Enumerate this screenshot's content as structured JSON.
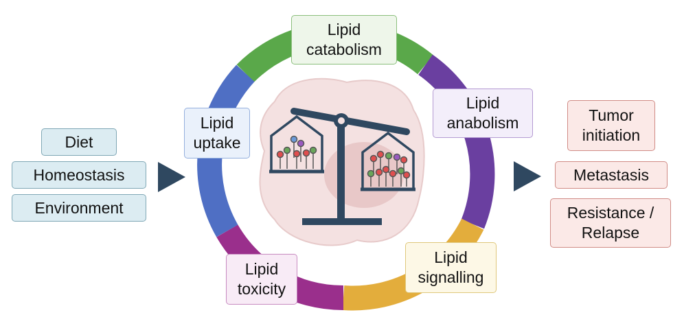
{
  "inputs": [
    "Diet",
    "Homeostasis",
    "Environment"
  ],
  "outcomes": [
    "Tumor\ninitiation",
    "Metastasis",
    "Resistance /\nRelapse"
  ],
  "cycle_labels": {
    "catabolism": "Lipid\ncatabolism",
    "anabolism": "Lipid\nanabolism",
    "uptake": "Lipid\nuptake",
    "signalling": "Lipid\nsignalling",
    "toxicity": "Lipid\ntoxicity"
  },
  "colors": {
    "arrow": "#2f4860",
    "ring_green": "#5aa84a",
    "ring_purple": "#6a3fa0",
    "ring_orange": "#e3ad3c",
    "ring_magenta": "#9a2f8c",
    "ring_blue": "#4f6fc4",
    "scale": "#2f4860",
    "input_fill": "#dcecf2",
    "outcome_fill": "#fbe9e7"
  }
}
